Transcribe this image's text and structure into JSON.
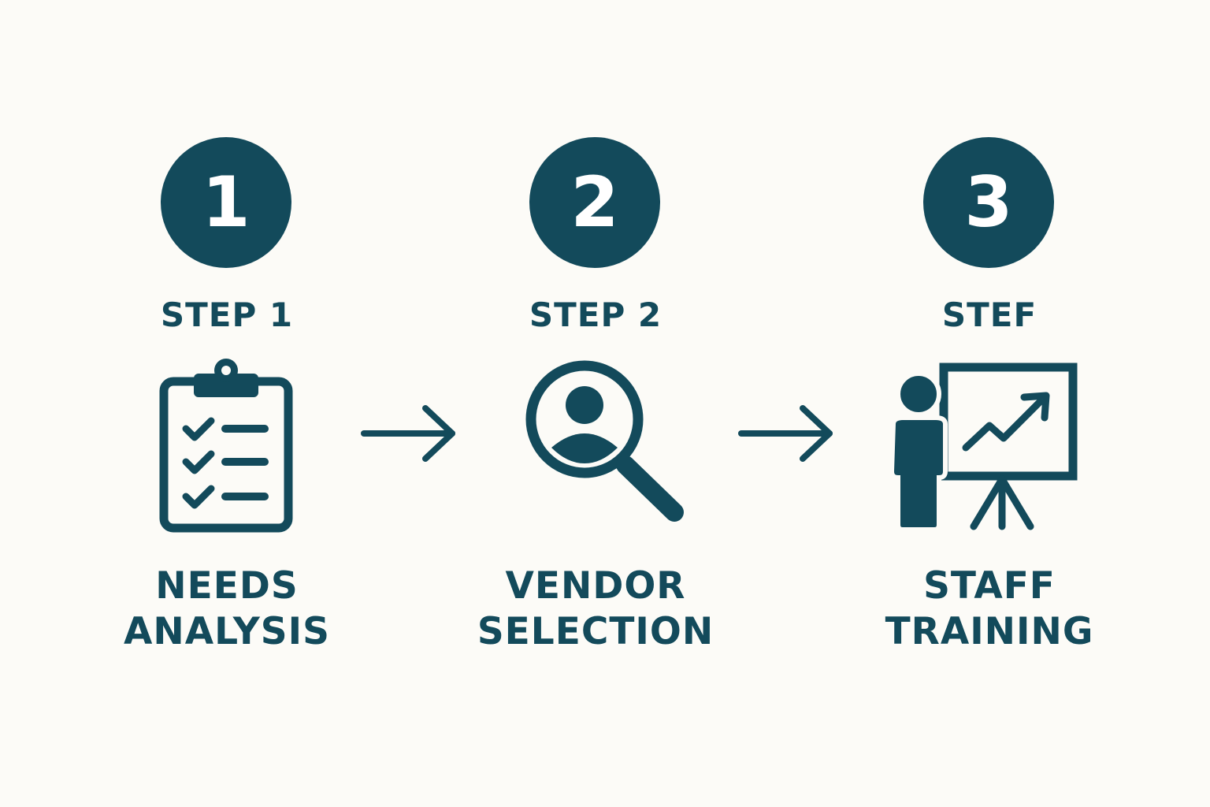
{
  "colors": {
    "background": "#fcfbf7",
    "primary": "#134a5b",
    "on_primary": "#ffffff"
  },
  "steps": [
    {
      "number": "1",
      "label": "STEP 1",
      "title_line1": "NEEDS",
      "title_line2": "ANALYSIS",
      "icon": "clipboard-checklist-icon"
    },
    {
      "number": "2",
      "label": "STEP 2",
      "title_line1": "VENDOR",
      "title_line2": "SELECTION",
      "icon": "magnifier-person-icon"
    },
    {
      "number": "3",
      "label": "STEF",
      "title_line1": "STAFF",
      "title_line2": "TRAINING",
      "icon": "presenter-chart-icon"
    }
  ],
  "connectors": [
    {
      "icon": "arrow-right-icon"
    },
    {
      "icon": "arrow-right-icon"
    }
  ]
}
